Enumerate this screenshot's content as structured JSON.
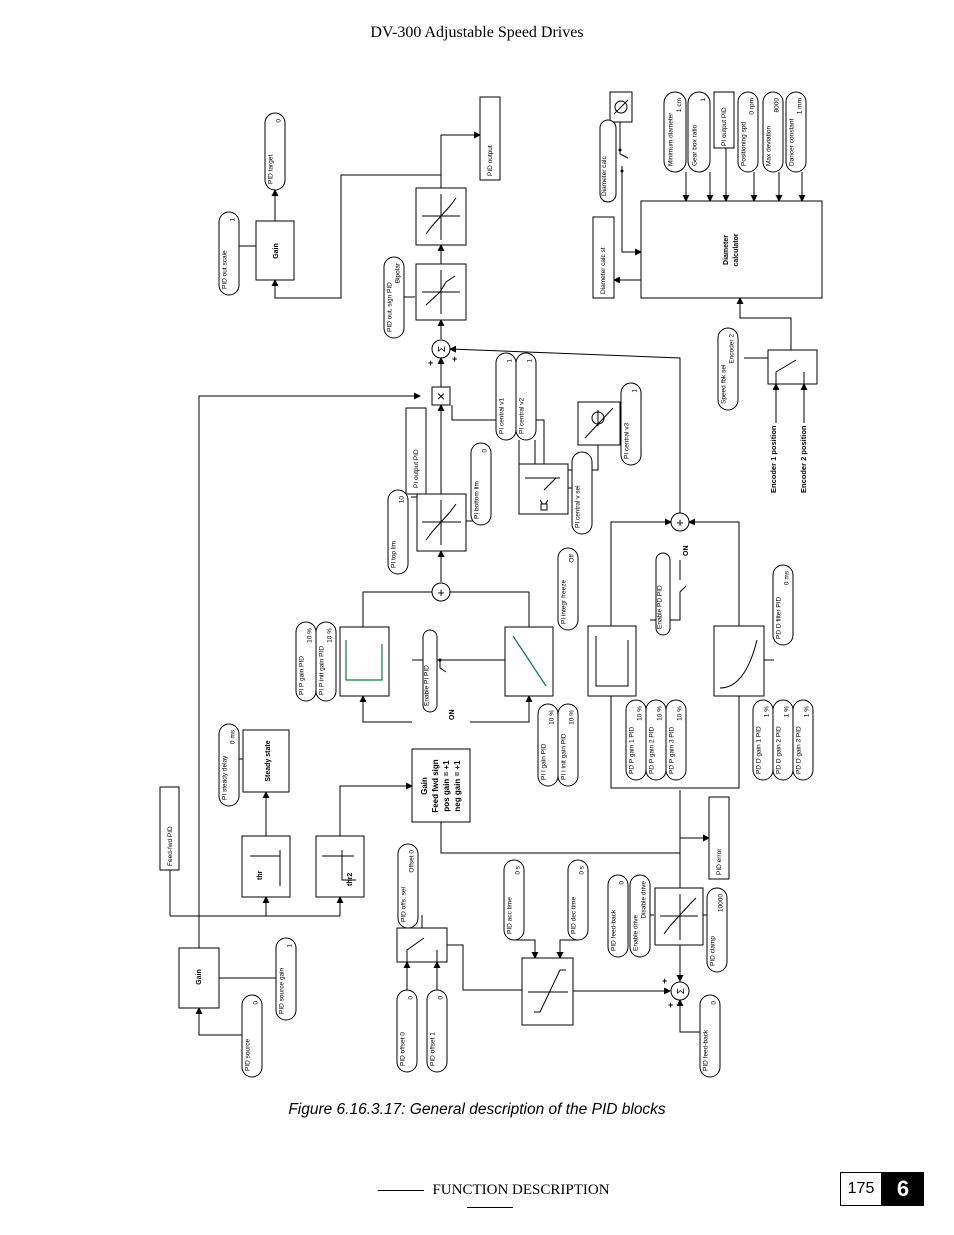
{
  "header": {
    "title": "DV-300 Adjustable Speed Drives"
  },
  "caption": "Figure 6.16.3.17: General description of the PID blocks",
  "footer": {
    "section": "FUNCTION DESCRIPTION",
    "page": "175",
    "chapter": "6"
  },
  "params": {
    "pid_target": {
      "label": "PID target",
      "value": "0"
    },
    "pid_out_scale": {
      "label": "PID out scale",
      "value": "1"
    },
    "pid_out_sign": {
      "label": "PID out. sign PID",
      "value": "Bipolar"
    },
    "pi_top_lim": {
      "label": "PI top lim",
      "value": "10"
    },
    "pi_bottom_lim": {
      "label": "PI bottom lim",
      "value": "0"
    },
    "pi_output_pid_a": {
      "label": "PI output PID",
      "value": ""
    },
    "pi_output_pid_b": {
      "label": "PI output PID",
      "value": ""
    },
    "pi_central_v1": {
      "label": "PI central v1",
      "value": "1"
    },
    "pi_central_v2": {
      "label": "PI central v2",
      "value": "1"
    },
    "pi_central_v3": {
      "label": "PI central v3",
      "value": "1"
    },
    "pi_central_vsel": {
      "label": "PI central v sel",
      "value": ""
    },
    "pi_integr_freeze": {
      "label": "PI integr freeze",
      "value": "Off"
    },
    "pi_p_gain": {
      "label": "PI P gain PID",
      "value": "10 %"
    },
    "pi_p_init": {
      "label": "PI P init gain PID",
      "value": "10 %"
    },
    "pi_i_gain": {
      "label": "PI I gain PID",
      "value": "10 %"
    },
    "pi_i_init": {
      "label": "PI I init gain PID",
      "value": "10 %"
    },
    "pi_steady_delay": {
      "label": "PI steady delay",
      "value": "0 ms"
    },
    "feed_fwd_pid": {
      "label": "Feed-fwd PID",
      "value": ""
    },
    "pid_source": {
      "label": "PID source",
      "value": "0"
    },
    "pid_source_gain": {
      "label": "PID source gain",
      "value": "1"
    },
    "pid_offs_sel": {
      "label": "PID offs. sel",
      "value": "Offset 0"
    },
    "pid_offset0": {
      "label": "PID offset 0",
      "value": "0"
    },
    "pid_offset1": {
      "label": "PID offset 1",
      "value": "0"
    },
    "pid_acc_time": {
      "label": "PID acc time",
      "value": "0 s"
    },
    "pid_dec_time": {
      "label": "PID dec time",
      "value": "0 s"
    },
    "pid_feedback_a": {
      "label": "PID feed-back",
      "value": "0"
    },
    "pid_feedback_b": {
      "label": "PID feed-back",
      "value": "0"
    },
    "enable_drive": {
      "label": "Enable drive",
      "value": "Disable drive"
    },
    "pid_clamp": {
      "label": "PID clamp",
      "value": "10000"
    },
    "pid_error": {
      "label": "PID error",
      "value": ""
    },
    "pd_p_gain1": {
      "label": "PD P gain 1 PID",
      "value": "10 %"
    },
    "pd_p_gain2": {
      "label": "PD P gain 2 PID",
      "value": "10 %"
    },
    "pd_p_gain3": {
      "label": "PD P gain 3 PID",
      "value": "10 %"
    },
    "pd_d_gain1": {
      "label": "PD D gain 1 PID",
      "value": "1 %"
    },
    "pd_d_gain2": {
      "label": "PD D gain 2 PID",
      "value": "1 %"
    },
    "pd_d_gain3": {
      "label": "PD D gain 3 PID",
      "value": "1 %"
    },
    "pd_d_filter": {
      "label": "PD D filter PID",
      "value": "0 ms"
    },
    "enable_pd_pid": {
      "label": "Enable PD PID",
      "value": ""
    },
    "enable_pi_pid": {
      "label": "Enable PI PID",
      "value": ""
    },
    "speed_fbk_sel": {
      "label": "Speed fbk sel",
      "value": "Encoder 2"
    },
    "diameter_calc": {
      "label": "Diameter calc",
      "value": ""
    },
    "diameter_calc_st": {
      "label": "Diameter calc st",
      "value": ""
    },
    "minimum_diameter": {
      "label": "Minimum diameter",
      "value": "1 cm"
    },
    "gear_box_ratio": {
      "label": "Gear box ratio",
      "value": "1"
    },
    "pi_output_pid_c": {
      "label": "PI output PID",
      "value": ""
    },
    "positioning_spd": {
      "label": "Positioning spd",
      "value": "0 rpm"
    },
    "max_deviation": {
      "label": "Max deviation",
      "value": "8000"
    },
    "dancer_constant": {
      "label": "Dancer constant",
      "value": "1 mm"
    },
    "pid_output": {
      "label": "PID output",
      "value": ""
    }
  },
  "blocks": {
    "gain_out": "Gain",
    "gain_in": "Gain",
    "steady_state": "Steady state",
    "thr": "thr",
    "thr2": "thr2",
    "ffwd": [
      "Gain",
      "Feed fwd sign",
      "pos gain = +1",
      "neg gain = +1"
    ],
    "diameter": [
      "Diameter",
      "calculator"
    ],
    "on_pi": "ON",
    "on_pd": "ON",
    "enc1": "Encoder 1 position",
    "enc2": "Encoder 2 position",
    "sigma": "Σ",
    "plus": "+",
    "mult": "×",
    "phi": "Φ"
  }
}
